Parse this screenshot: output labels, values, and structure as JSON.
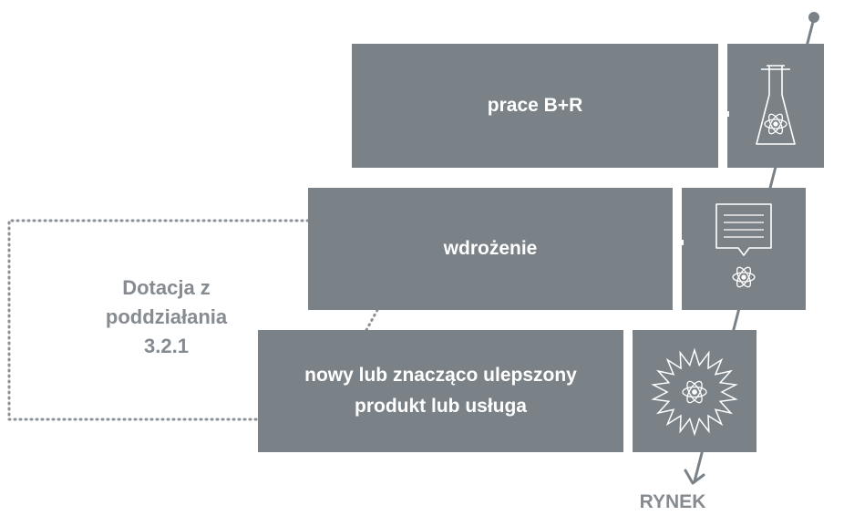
{
  "stages": {
    "research": {
      "label": "prace B+R",
      "icon": "flask-atom-icon"
    },
    "implementation": {
      "label": "wdrożenie",
      "icon": "document-atom-icon"
    },
    "product": {
      "label_line1": "nowy lub znacząco ulepszony",
      "label_line2": "produkt lub usługa",
      "icon": "starburst-atom-icon"
    }
  },
  "subsidy": {
    "line1": "Dotacja z",
    "line2": "poddziałania",
    "line3": "3.2.1"
  },
  "market_label": "RYNEK",
  "colors": {
    "box_fill": "#7b8287",
    "label_text": "#858b90",
    "dotted_line": "#8a9095"
  }
}
